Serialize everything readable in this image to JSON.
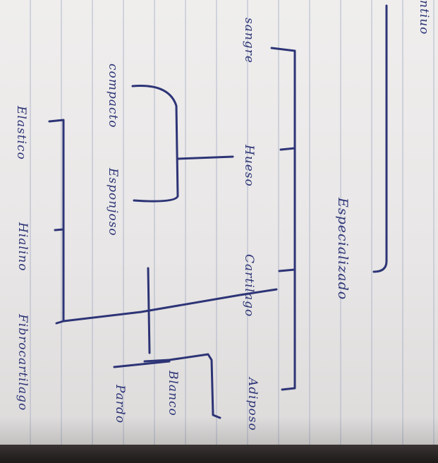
{
  "photo": {
    "ink_color": "#2d3476",
    "paper_color": "#ebe9e8",
    "labels": {
      "fragment_top": "ntiuo",
      "especializado": "Especializado",
      "sangre": "sangre",
      "hueso": "Hueso",
      "cartilago": "Cartilago",
      "adiposo": "Adiposo",
      "compacto": "compacto",
      "esponjoso": "Esponjoso",
      "blanco": "Blanco",
      "pardo": "Pardo",
      "elastico": "Elastico",
      "hialino": "Hialino",
      "fibrocartilago": "Fibrocartilago"
    }
  }
}
